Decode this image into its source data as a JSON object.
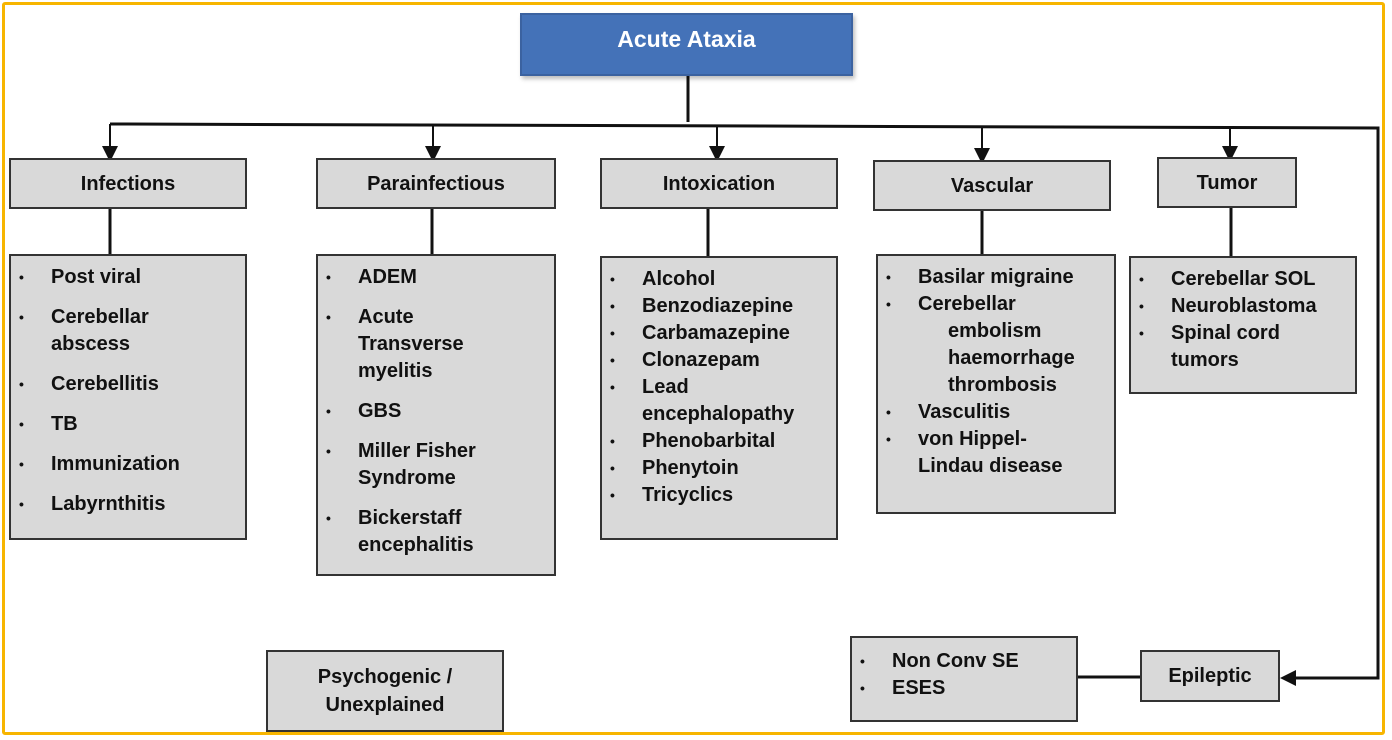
{
  "diagram": {
    "root": "Acute Ataxia",
    "categories": [
      {
        "label": "Infections",
        "items": [
          "Post viral",
          "Cerebellar abscess",
          "Cerebellitis",
          "TB",
          "Immunization",
          "Labyrnthitis"
        ]
      },
      {
        "label": "Parainfectious",
        "items": [
          "ADEM",
          "Acute Transverse myelitis",
          "GBS",
          "Miller Fisher Syndrome",
          "Bickerstaff encephalitis"
        ]
      },
      {
        "label": "Intoxication",
        "items": [
          "Alcohol",
          "Benzodiazepine",
          "Carbamazepine",
          "Clonazepam",
          "Lead encephalopathy",
          "Phenobarbital",
          "Phenytoin",
          "Tricyclics"
        ]
      },
      {
        "label": "Vascular",
        "items": [
          "Basilar migraine",
          "Cerebellar",
          "embolism",
          "haemorrhage",
          "thrombosis",
          "Vasculitis",
          "von Hippel-Lindau disease"
        ]
      },
      {
        "label": "Tumor",
        "items": [
          "Cerebellar SOL",
          "Neuroblastoma",
          "Spinal cord tumors"
        ]
      },
      {
        "label": "Epileptic",
        "items": [
          "Non Conv SE",
          "ESES"
        ]
      }
    ],
    "standalone": "Psychogenic / Unexplained",
    "colors": {
      "frame": "#f7b500",
      "root_fill": "#4472b8",
      "box_fill": "#d9d9d9",
      "line": "#111111"
    }
  }
}
